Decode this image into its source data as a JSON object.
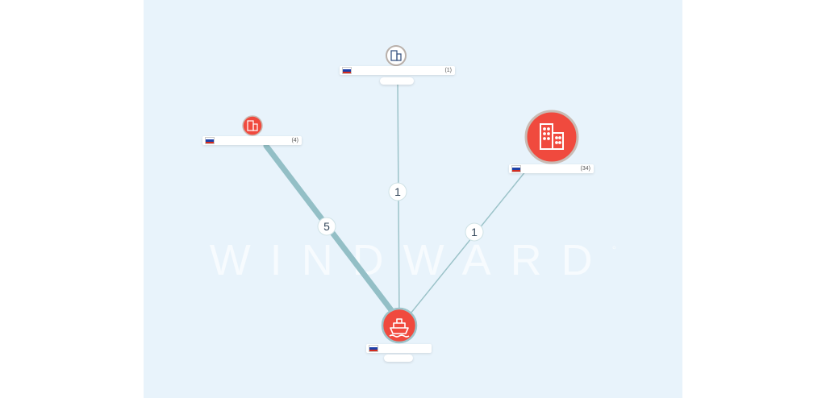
{
  "watermark": {
    "text": "WINDWARD",
    "mark": "°"
  },
  "colors": {
    "node_red": "#f04a3e",
    "edge": "#9cc3c9",
    "flag_white": "#ffffff",
    "flag_blue": "#1c3fa8",
    "flag_red": "#d52b1e"
  },
  "nodes": [
    {
      "id": "company-top",
      "icon": "building-icon",
      "style": "outline",
      "flag": "russia-flag",
      "count": "(1)"
    },
    {
      "id": "company-left",
      "icon": "building-icon",
      "style": "red",
      "flag": "russia-flag",
      "count": "(4)"
    },
    {
      "id": "company-right",
      "icon": "building-icon",
      "style": "red",
      "flag": "russia-flag",
      "count": "(34)"
    },
    {
      "id": "vessel",
      "icon": "ship-icon",
      "style": "red",
      "flag": "russia-flag",
      "count": ""
    }
  ],
  "edges": [
    {
      "from": "company-left",
      "to": "vessel",
      "weight": "5"
    },
    {
      "from": "company-top",
      "to": "vessel",
      "weight": "1"
    },
    {
      "from": "company-right",
      "to": "vessel",
      "weight": "1"
    }
  ]
}
